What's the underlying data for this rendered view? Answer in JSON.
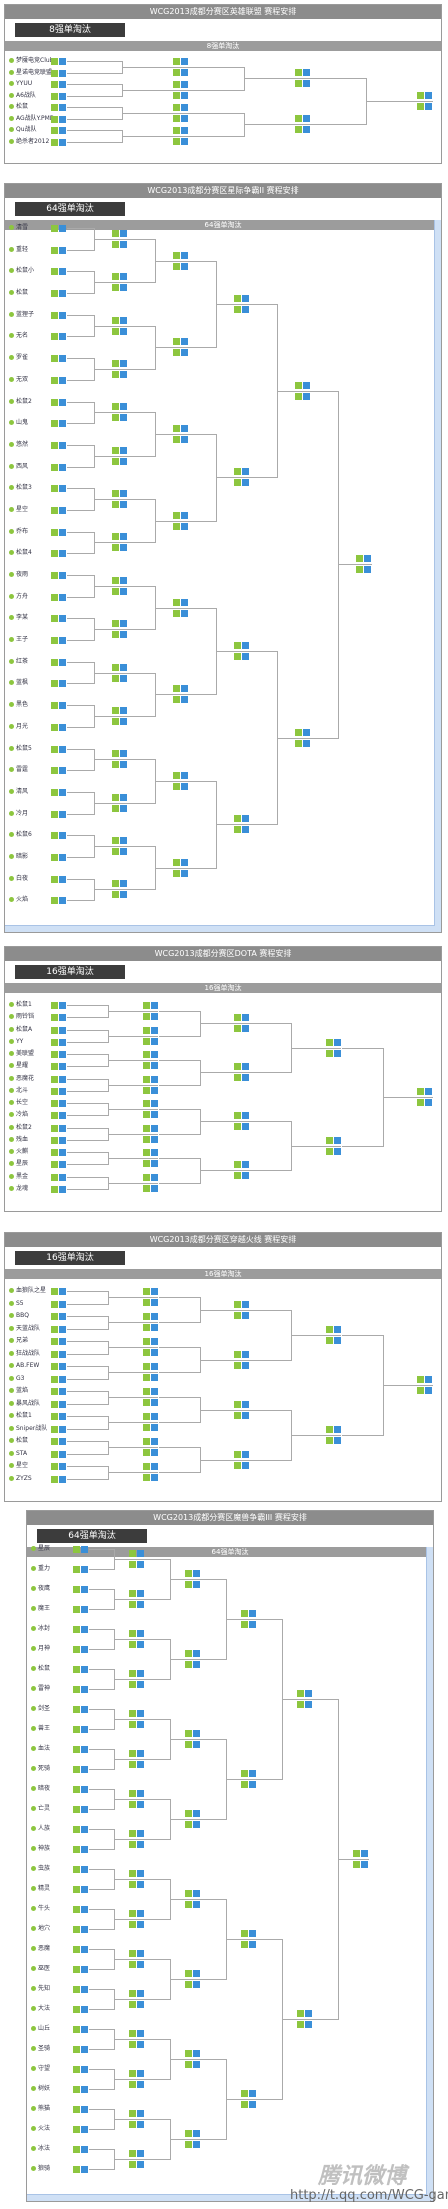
{
  "sections": [
    {
      "title": "WCG2013成都分赛区英雄联盟 赛程安排",
      "tag": "8强单淘汰",
      "bar": "8强单淘汰",
      "players": [
        "梦魇电竞Club",
        "星诺电竞联盟",
        "YYUU",
        "A6战队",
        "松鼠",
        "AG战队Y.PMD",
        "Qu战队",
        "绝杀者2012"
      ]
    },
    {
      "title": "WCG2013成都分赛区星际争霸II 赛程安排",
      "tag": "64强单淘汰",
      "bar": "64强单淘汰",
      "players": [
        "清雪",
        "重轻",
        "松鼠小",
        "松鼠",
        "蓝狸子",
        "无名",
        "罗雀",
        "无双",
        "松鼠2",
        "山鬼",
        "悠然",
        "西风",
        "松鼠3",
        "星空",
        "乔布",
        "松鼠4",
        "夜雨",
        "方舟",
        "李某",
        "王子",
        "红茶",
        "蓝枫",
        "黑色",
        "月光",
        "松鼠5",
        "雷霆",
        "清风",
        "冷月",
        "松鼠6",
        "暗影",
        "白夜",
        "火焰"
      ]
    },
    {
      "title": "WCG2013成都分赛区DOTA 赛程安排",
      "tag": "16强单淘汰",
      "bar": "16强单淘汰",
      "players": [
        "松鼠1",
        "雨铃铛",
        "松鼠A",
        "YY",
        "美联盟",
        "星耀",
        "恶魔花",
        "北斗",
        "长空",
        "冷焰",
        "松鼠2",
        "残血",
        "火麒",
        "星辰",
        "黑金",
        "龙魂"
      ]
    },
    {
      "title": "WCG2013成都分赛区穿越火线 赛程安排",
      "tag": "16强单淘汰",
      "bar": "16强单淘汰",
      "players": [
        "血狼队之星",
        "S5",
        "BBQ",
        "天蓝战队",
        "兄弟",
        "狂战战队",
        "AB.FEW",
        "G3",
        "蓝焰",
        "暴风战队",
        "松鼠1",
        "Sniper战队",
        "松鼠",
        "STA",
        "星空",
        "ZYZS"
      ]
    },
    {
      "title": "WCG2013成都分赛区魔兽争霸III 赛程安排",
      "tag": "64强单淘汰",
      "bar": "64强单淘汰",
      "players": [
        "星辰",
        "重力",
        "夜鹰",
        "魔王",
        "冰封",
        "月神",
        "松鼠",
        "雷神",
        "剑圣",
        "兽王",
        "血法",
        "死骑",
        "暗夜",
        "亡灵",
        "人族",
        "神族",
        "虫族",
        "精灵",
        "牛头",
        "地穴",
        "恶魔",
        "巫医",
        "先知",
        "大法",
        "山丘",
        "圣骑",
        "守望",
        "树妖",
        "熊猫",
        "火法",
        "冰法",
        "狼骑"
      ]
    }
  ],
  "watermark": {
    "site": "http://t.qq.com/WCG-game",
    "brand": "腾讯微博"
  },
  "colors": {
    "header": "#8c8c8c",
    "tag": "#3c3c3c",
    "win": "#8dc63f",
    "score": "#3a8fd8"
  }
}
